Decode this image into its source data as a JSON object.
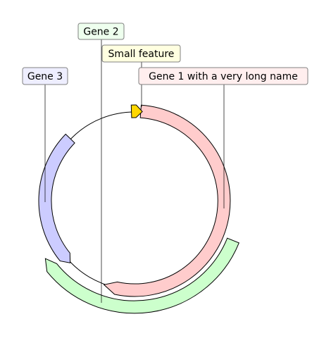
{
  "diagram": {
    "type": "circular-plasmid-map",
    "colors": {
      "gene1": "#ffcccc",
      "gene2": "#ccffcc",
      "gene3": "#ccccff",
      "small_feature": "#ffd700",
      "label_gene1_bg": "#ffeeee",
      "label_gene2_bg": "#eeffee",
      "label_gene3_bg": "#eeeeff",
      "label_small_bg": "#ffffe0",
      "label_border": "#808080"
    },
    "features": [
      {
        "id": "gene1",
        "label": "Gene 1 with a very long name",
        "shape": "arrow",
        "direction": "clockwise",
        "track": "main"
      },
      {
        "id": "gene2",
        "label": "Gene 2",
        "shape": "arrow",
        "direction": "clockwise",
        "track": "outer"
      },
      {
        "id": "gene3",
        "label": "Gene 3",
        "shape": "arrow",
        "direction": "counterclockwise",
        "track": "main"
      },
      {
        "id": "small",
        "label": "Small feature",
        "shape": "arrow",
        "direction": "clockwise",
        "track": "main"
      }
    ]
  }
}
